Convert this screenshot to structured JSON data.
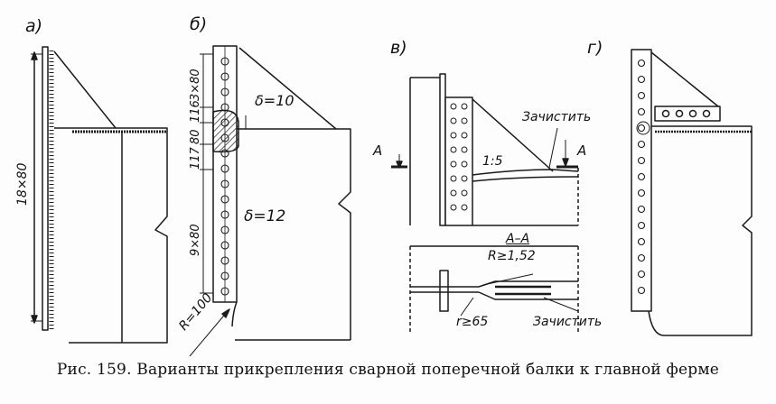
{
  "figure": {
    "caption": "Рис. 159. Варианты прикрепления сварной поперечной балки к главной ферме",
    "variants": {
      "a": "a)",
      "b": "б)",
      "v": "в)",
      "g": "г)"
    },
    "labels": {
      "dim_18x80": "18×80",
      "dim_3x80": "3×80",
      "dim_116": "116",
      "dim_80": "80",
      "dim_117": "117",
      "dim_9x80": "9×80",
      "delta_10": "δ=10",
      "delta_12": "δ=12",
      "radius_100": "R=100",
      "section_mark_left": "A",
      "section_mark_right": "A",
      "slope": "1:5",
      "clean_top": "Зачистить",
      "section_title": "A–A",
      "radius_152": "R≥1,52",
      "radius_65": "r≥65",
      "clean_bottom": "Зачистить"
    }
  }
}
